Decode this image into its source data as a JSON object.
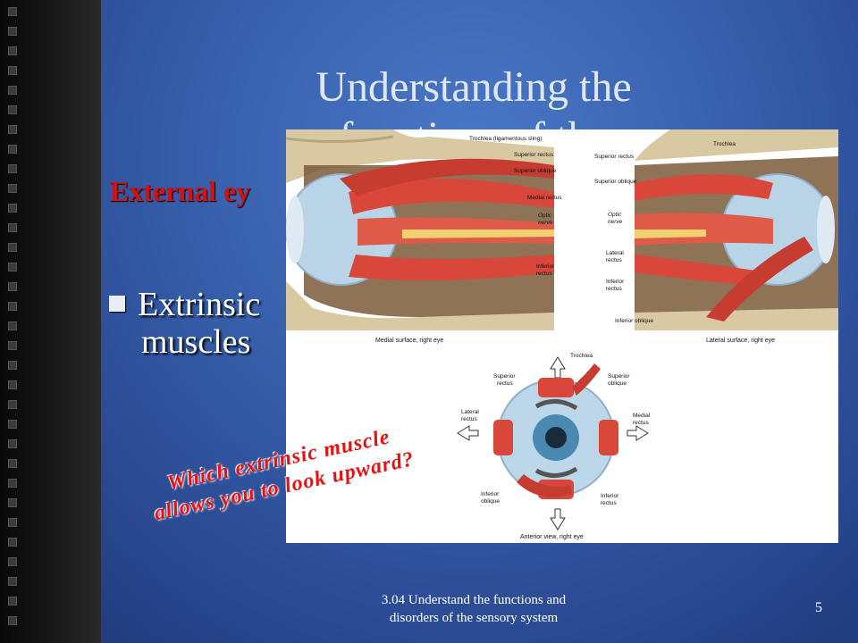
{
  "slide": {
    "title_line1": "Understanding the",
    "title_line2": "functions of the",
    "subheading": "External ey",
    "bullet_line1": "Extrinsic",
    "bullet_line2": "muscles",
    "question_line1": "Which extrinsic muscle",
    "question_line2": "allows you to look upward?",
    "footer_line1": "3.04 Understand the functions and",
    "footer_line2": "disorders of the sensory system",
    "page_number": "5"
  },
  "figure": {
    "medial": {
      "trochlea": "Trochlea (ligamentous sling)",
      "superior_rectus": "Superior rectus",
      "superior_oblique": "Superior oblique",
      "medial_rectus": "Medial rectus",
      "optic_nerve_1": "Optic",
      "optic_nerve_2": "nerve",
      "inferior_rectus_1": "Inferior",
      "inferior_rectus_2": "rectus",
      "caption": "Medial surface, right eye"
    },
    "lateral": {
      "trochlea": "Trochlea",
      "superior_rectus": "Superior rectus",
      "superior_oblique": "Superior oblique",
      "optic_nerve_1": "Optic",
      "optic_nerve_2": "nerve",
      "lateral_rectus_1": "Lateral",
      "lateral_rectus_2": "rectus",
      "inferior_rectus_1": "Inferior",
      "inferior_rectus_2": "rectus",
      "inferior_oblique": "Inferior oblique",
      "caption": "Lateral surface, right eye"
    },
    "anterior": {
      "trochlea": "Trochlea",
      "superior_rectus_1": "Superior",
      "superior_rectus_2": "rectus",
      "superior_oblique_1": "Superior",
      "superior_oblique_2": "oblique",
      "lateral_rectus_1": "Lateral",
      "lateral_rectus_2": "rectus",
      "medial_rectus_1": "Medial",
      "medial_rectus_2": "rectus",
      "inferior_oblique_1": "Inferior",
      "inferior_oblique_2": "oblique",
      "inferior_rectus_1": "Inferior",
      "inferior_rectus_2": "rectus",
      "caption": "Anterior view, right eye"
    }
  },
  "colors": {
    "background": "#3a63b0",
    "subheading": "#d41010",
    "question": "#e81010",
    "muscle": "#d8473a"
  }
}
